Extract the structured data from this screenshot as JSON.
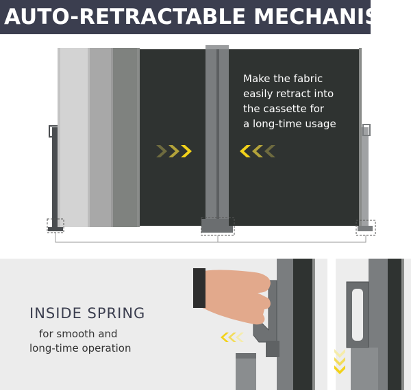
{
  "banner": {
    "title": "AUTO-RETRACTABLE MECHANISM"
  },
  "fabric_note": {
    "lines": [
      "Make the fabric",
      "easily retract into",
      "the cassette for",
      "a long-time usage"
    ]
  },
  "spring": {
    "title": "INSIDE SPRING",
    "lines": [
      "for smooth and",
      "long-time operation"
    ]
  },
  "colors": {
    "banner_bg": "#3b3e4f",
    "fabric": "#2f3331",
    "arrow_yellow": "#f2d21a",
    "panel_bg": "#ececec"
  },
  "icons": [
    "chevron-right-icon",
    "chevron-left-icon",
    "chevron-down-icon"
  ]
}
